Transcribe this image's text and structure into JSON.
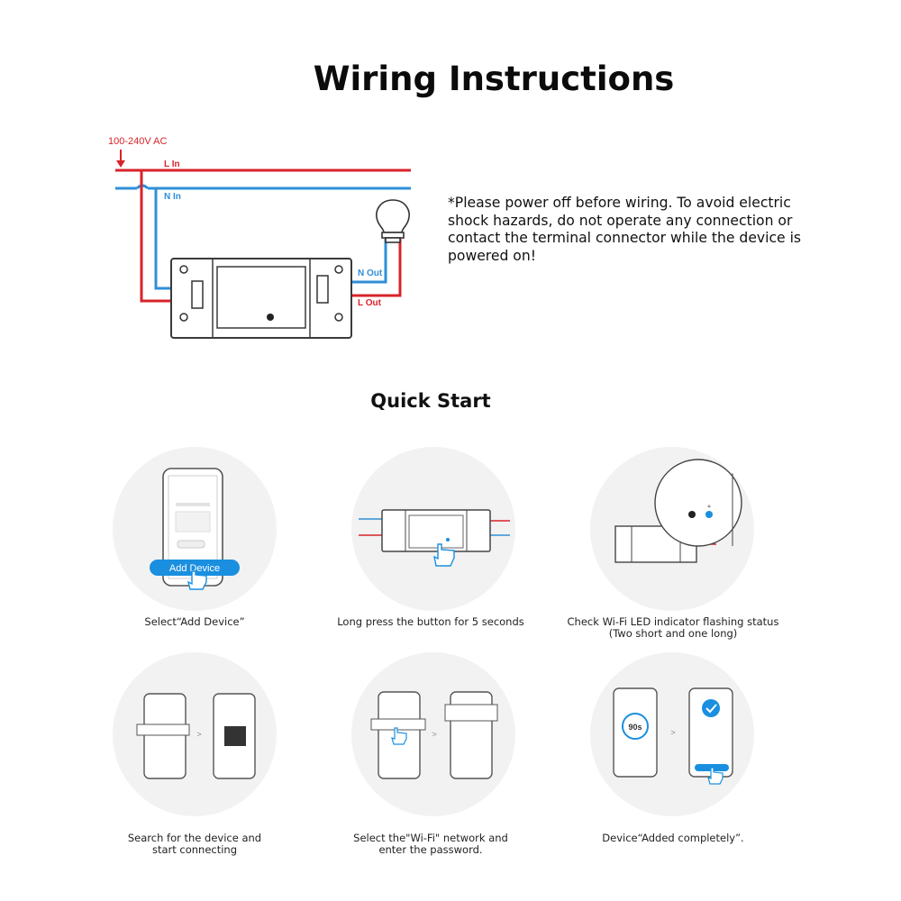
{
  "header": {
    "title": "Wiring Instructions"
  },
  "wiring": {
    "voltage_label": "100-240V AC",
    "l_in": "L In",
    "n_in": "N In",
    "n_out": "N Out",
    "l_out": "L Out",
    "colors": {
      "live": "#d8232a",
      "neutral": "#2f8fd8",
      "device": "#3a3a3a"
    }
  },
  "warning_text": "*Please power off before wiring. To avoid electric shock hazards, do not operate any connection or contact the terminal connector while the device is powered on!",
  "quick_start": {
    "title": "Quick Start",
    "steps": [
      {
        "caption_line1": "Select“Add Device”",
        "caption_line2": "",
        "button_label": "Add Device"
      },
      {
        "caption_line1": "Long press the button for 5 seconds",
        "caption_line2": ""
      },
      {
        "caption_line1": "Check Wi-Fi LED indicator flashing status",
        "caption_line2": "(Two short and one long)"
      },
      {
        "caption_line1": "Search for the device and",
        "caption_line2": "start connecting"
      },
      {
        "caption_line1": "Select the\"Wi-Fi\" network and",
        "caption_line2": "enter the password."
      },
      {
        "caption_line1": "Device“Added completely”.",
        "caption_line2": "",
        "timer": "90s"
      }
    ]
  }
}
